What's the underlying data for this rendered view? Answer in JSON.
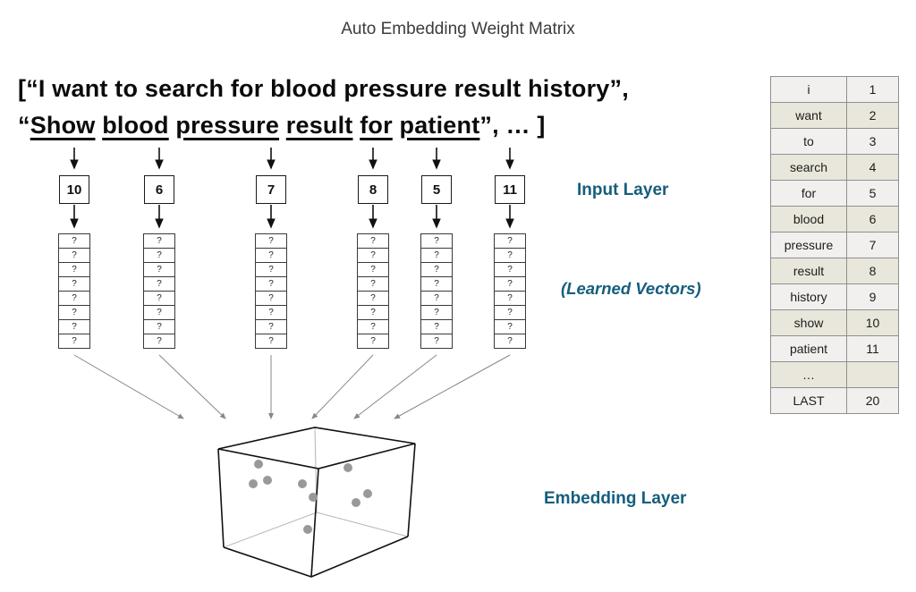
{
  "title": "Auto Embedding Weight Matrix",
  "sentence": {
    "line1": "[“I want to search for blood pressure result history”,",
    "line2_segments": [
      {
        "t": "“",
        "u": false
      },
      {
        "t": "Show",
        "u": true
      },
      {
        "t": " ",
        "u": false
      },
      {
        "t": "blood",
        "u": true
      },
      {
        "t": " ",
        "u": false
      },
      {
        "t": "pressure",
        "u": true
      },
      {
        "t": " ",
        "u": false
      },
      {
        "t": "result",
        "u": true
      },
      {
        "t": " ",
        "u": false
      },
      {
        "t": "for",
        "u": true
      },
      {
        "t": " ",
        "u": false
      },
      {
        "t": "patient",
        "u": true
      },
      {
        "t": "”, … ]",
        "u": false
      }
    ]
  },
  "tokens": [
    "10",
    "6",
    "7",
    "8",
    "5",
    "11"
  ],
  "vectors": {
    "rows": 8,
    "cell_symbol": "?"
  },
  "labels": {
    "input_layer": "Input Layer",
    "learned_vectors": "(Learned Vectors)",
    "embedding_layer": "Embedding Layer"
  },
  "colors": {
    "label_blue": "#155E7D",
    "arrow_gray": "#888888",
    "dot_gray": "#999999"
  },
  "table": {
    "rows": [
      [
        "i",
        "1"
      ],
      [
        "want",
        "2"
      ],
      [
        "to",
        "3"
      ],
      [
        "search",
        "4"
      ],
      [
        "for",
        "5"
      ],
      [
        "blood",
        "6"
      ],
      [
        "pressure",
        "7"
      ],
      [
        "result",
        "8"
      ],
      [
        "history",
        "9"
      ],
      [
        "show",
        "10"
      ],
      [
        "patient",
        "11"
      ],
      [
        "…",
        ""
      ],
      [
        "LAST",
        "20"
      ]
    ]
  }
}
